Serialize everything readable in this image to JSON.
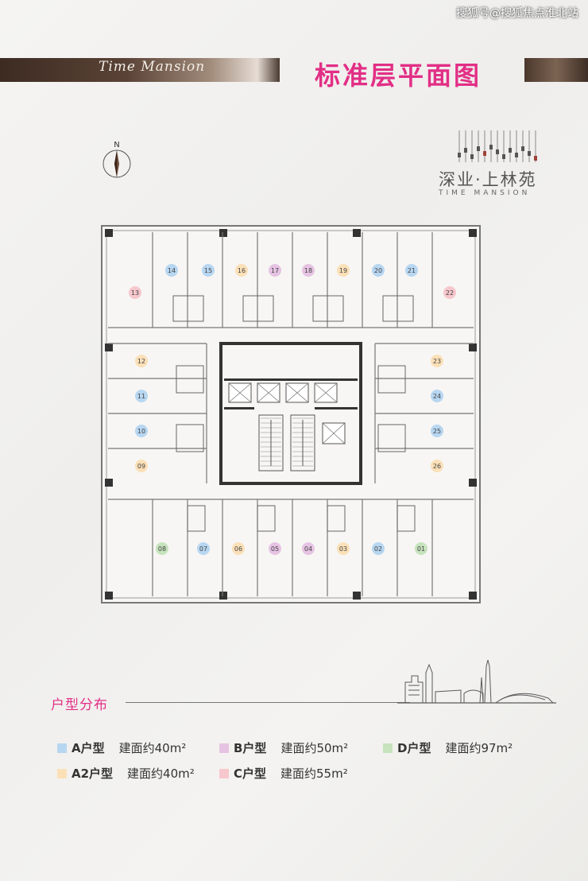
{
  "watermark": "搜狐号@搜狐焦点淮北站",
  "banner": {
    "script_text": "Time Mansion"
  },
  "title": "标准层平面图",
  "compass": {
    "label": "N"
  },
  "brand": {
    "name": "深业·上林苑",
    "sub": "TIME MANSION"
  },
  "colors": {
    "A": "#b7d6f1",
    "A2": "#fbe0b8",
    "B": "#e6c3e3",
    "C": "#f6c7cc",
    "D": "#c6e3bd",
    "accent": "#e22f86"
  },
  "units": [
    {
      "no": "01",
      "type": "D"
    },
    {
      "no": "02",
      "type": "A"
    },
    {
      "no": "03",
      "type": "A2"
    },
    {
      "no": "04",
      "type": "B"
    },
    {
      "no": "05",
      "type": "B"
    },
    {
      "no": "06",
      "type": "A2"
    },
    {
      "no": "07",
      "type": "A"
    },
    {
      "no": "08",
      "type": "D"
    },
    {
      "no": "09",
      "type": "A2"
    },
    {
      "no": "10",
      "type": "A"
    },
    {
      "no": "11",
      "type": "A"
    },
    {
      "no": "12",
      "type": "A2"
    },
    {
      "no": "13",
      "type": "C"
    },
    {
      "no": "14",
      "type": "A"
    },
    {
      "no": "15",
      "type": "A"
    },
    {
      "no": "16",
      "type": "A2"
    },
    {
      "no": "17",
      "type": "B"
    },
    {
      "no": "18",
      "type": "B"
    },
    {
      "no": "19",
      "type": "A2"
    },
    {
      "no": "20",
      "type": "A"
    },
    {
      "no": "21",
      "type": "A"
    },
    {
      "no": "22",
      "type": "C"
    },
    {
      "no": "23",
      "type": "A2"
    },
    {
      "no": "24",
      "type": "A"
    },
    {
      "no": "25",
      "type": "A"
    },
    {
      "no": "26",
      "type": "A2"
    }
  ],
  "legend": {
    "title": "户型分布",
    "items": [
      {
        "type": "A",
        "name": "A户型",
        "area": "建面约40m²"
      },
      {
        "type": "B",
        "name": "B户型",
        "area": "建面约50m²"
      },
      {
        "type": "D",
        "name": "D户型",
        "area": "建面约97m²"
      },
      {
        "type": "A2",
        "name": "A2户型",
        "area": "建面约40m²"
      },
      {
        "type": "C",
        "name": "C户型",
        "area": "建面约55m²"
      }
    ]
  }
}
